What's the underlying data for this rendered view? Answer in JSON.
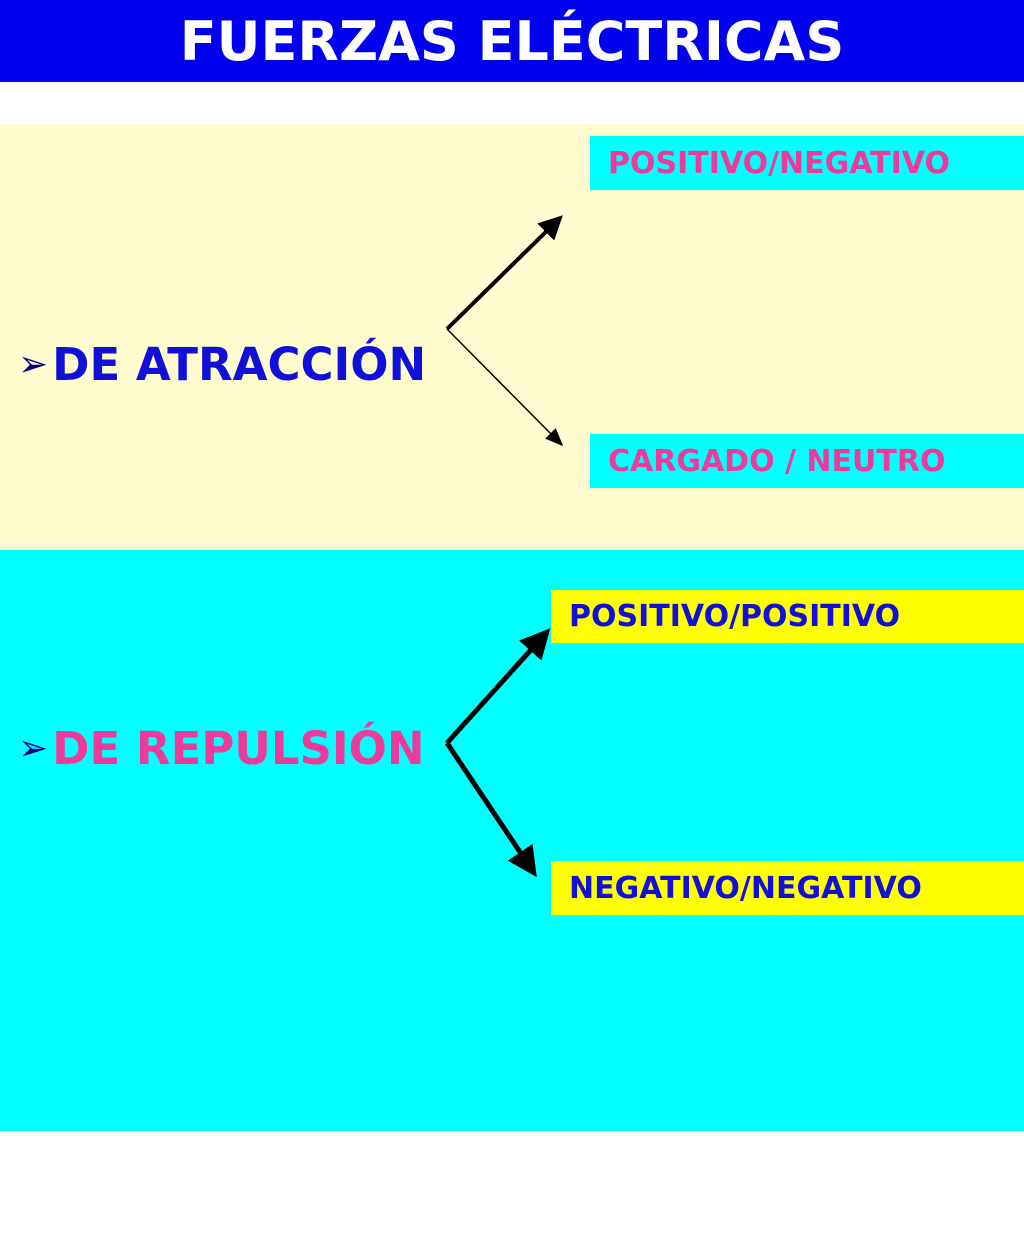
{
  "title": "FUERZAS ELÉCTRICAS",
  "colors": {
    "title_bg": "#0000ee",
    "attraction_bg": "#fffcd0",
    "repulsion_bg": "#00ffff",
    "blue_text": "#1010d8",
    "pink_text": "#ee3a9a",
    "yellow_box": "#ffff00"
  },
  "attraction": {
    "bullet": "➢",
    "label": "DE ATRACCIÓN",
    "items": [
      {
        "label": "POSITIVO/NEGATIVO"
      },
      {
        "label": "CARGADO / NEUTRO"
      }
    ]
  },
  "repulsion": {
    "bullet": "➢",
    "label": "DE REPULSIÓN",
    "items": [
      {
        "label": "POSITIVO/POSITIVO"
      },
      {
        "label": "NEGATIVO/NEGATIVO"
      }
    ]
  }
}
